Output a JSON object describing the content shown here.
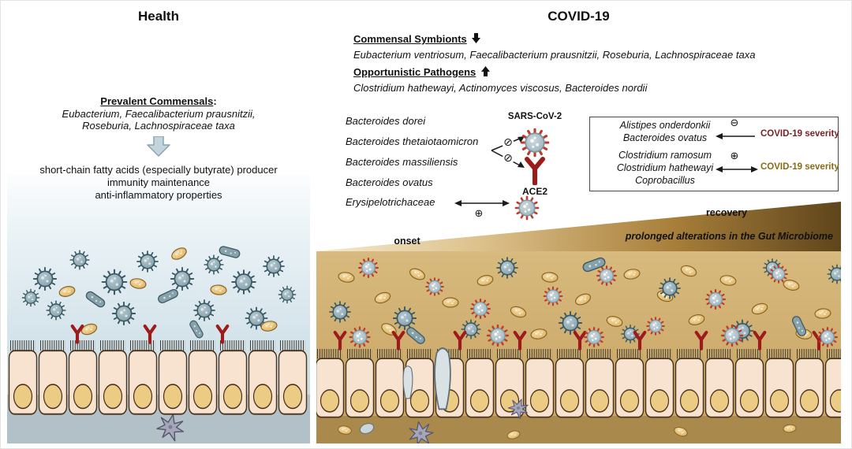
{
  "health": {
    "title": "Health",
    "commensals_heading": "Prevalent Commensals",
    "commensals_colon": ":",
    "taxa_lines": [
      "Eubacterium, Faecalibacterium prausnitzii,",
      "Roseburia, Lachnospiraceae taxa"
    ],
    "functions": [
      "short-chain fatty acids (especially butyrate) producer",
      "immunity maintenance",
      "anti-inflammatory properties"
    ]
  },
  "covid": {
    "title": "COVID-19",
    "commensal_symbionts": {
      "heading": "Commensal Symbionts",
      "taxa": "Eubacterium ventriosum, Faecalibacterium prausnitzii, Roseburia, Lachnospiraceae taxa"
    },
    "opportunistic_pathogens": {
      "heading": "Opportunistic Pathogens",
      "taxa": "Clostridium hathewayi, Actinomyces viscosus, Bacteroides nordii"
    },
    "ace2_diagram": {
      "bacteria": [
        "Bacteroides dorei",
        "Bacteroides thetaiotaomicron",
        "Bacteroides massiliensis",
        "Bacteroides ovatus"
      ],
      "virus_label": "SARS-CoV-2",
      "receptor_label": "ACE2",
      "enhancer": "Erysipelotrichaceae"
    },
    "severity_box": {
      "protective_taxa": [
        "Alistipes onderdonkii",
        "Bacteroides ovatus"
      ],
      "protective_outcome": "COVID-19 severity",
      "risk_taxa": [
        "Clostridium ramosum",
        "Clostridium hathewayi",
        "Coprobacillus"
      ],
      "risk_outcome": "COVID-19 severity"
    },
    "timeline": {
      "start_label": "onset",
      "end_label": "recovery",
      "caption": "prolonged alterations in the Gut Microbiome"
    }
  },
  "icons": {
    "circled_minus": "⊖",
    "circled_plus": "⊕",
    "circled_slash": "⊘"
  },
  "colors": {
    "severity_negative_text": "#7a1f24",
    "severity_positive_text": "#8a6a15",
    "receptor_red": "#9e1b1b",
    "virus_spike_red": "#c0392b",
    "health_bg": "#cfe0e8",
    "covid_bg": "#d8ba7e"
  }
}
